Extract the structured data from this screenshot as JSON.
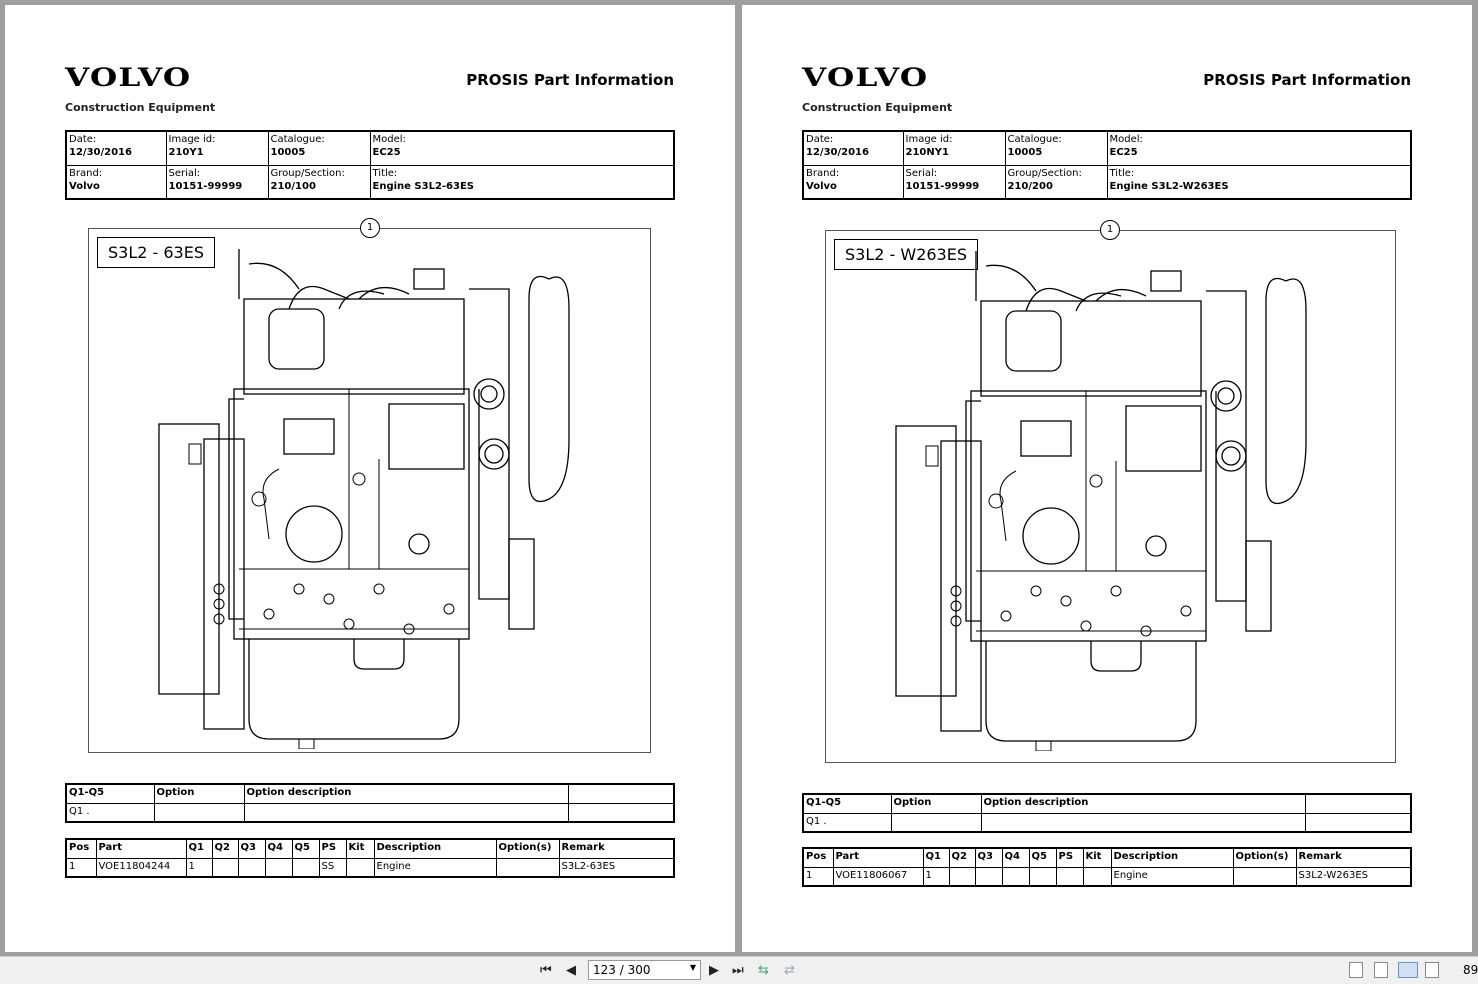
{
  "pages": [
    {
      "logo": "VOLVO",
      "subtitle": "Construction Equipment",
      "title": "PROSIS Part Information",
      "header": {
        "date_label": "Date:",
        "date": "12/30/2016",
        "image_label": "Image id:",
        "image_id": "210Y1",
        "catalogue_label": "Catalogue:",
        "catalogue": "10005",
        "model_label": "Model:",
        "model": "EC25",
        "brand_label": "Brand:",
        "brand": "Volvo",
        "serial_label": "Serial:",
        "serial": "10151-99999",
        "group_label": "Group/Section:",
        "group": "210/100",
        "title_label": "Title:",
        "title": "Engine S3L2-63ES"
      },
      "image_label": "S3L2 - 63ES",
      "callout": "1",
      "options": {
        "headers": [
          "Q1-Q5",
          "Option",
          "Option description",
          ""
        ],
        "row": [
          "Q1 .",
          "",
          "",
          ""
        ]
      },
      "parts": {
        "headers": [
          "Pos",
          "Part",
          "Q1",
          "Q2",
          "Q3",
          "Q4",
          "Q5",
          "PS",
          "Kit",
          "Description",
          "Option(s)",
          "Remark"
        ],
        "row": [
          "1",
          "VOE11804244",
          "1",
          "",
          "",
          "",
          "",
          "SS",
          "",
          "Engine",
          "",
          "S3L2-63ES"
        ]
      }
    },
    {
      "logo": "VOLVO",
      "subtitle": "Construction Equipment",
      "title": "PROSIS Part Information",
      "header": {
        "date_label": "Date:",
        "date": "12/30/2016",
        "image_label": "Image id:",
        "image_id": "210NY1",
        "catalogue_label": "Catalogue:",
        "catalogue": "10005",
        "model_label": "Model:",
        "model": "EC25",
        "brand_label": "Brand:",
        "brand": "Volvo",
        "serial_label": "Serial:",
        "serial": "10151-99999",
        "group_label": "Group/Section:",
        "group": "210/200",
        "title_label": "Title:",
        "title": "Engine S3L2-W263ES"
      },
      "image_label": "S3L2 - W263ES",
      "callout": "1",
      "options": {
        "headers": [
          "Q1-Q5",
          "Option",
          "Option description",
          ""
        ],
        "row": [
          "Q1 .",
          "",
          "",
          ""
        ]
      },
      "parts": {
        "headers": [
          "Pos",
          "Part",
          "Q1",
          "Q2",
          "Q3",
          "Q4",
          "Q5",
          "PS",
          "Kit",
          "Description",
          "Option(s)",
          "Remark"
        ],
        "row": [
          "1",
          "VOE11806067",
          "1",
          "",
          "",
          "",
          "",
          "",
          "",
          "Engine",
          "",
          "S3L2-W263ES"
        ]
      }
    }
  ],
  "toolbar": {
    "page_indicator": "123 / 300",
    "zoom": "89"
  }
}
